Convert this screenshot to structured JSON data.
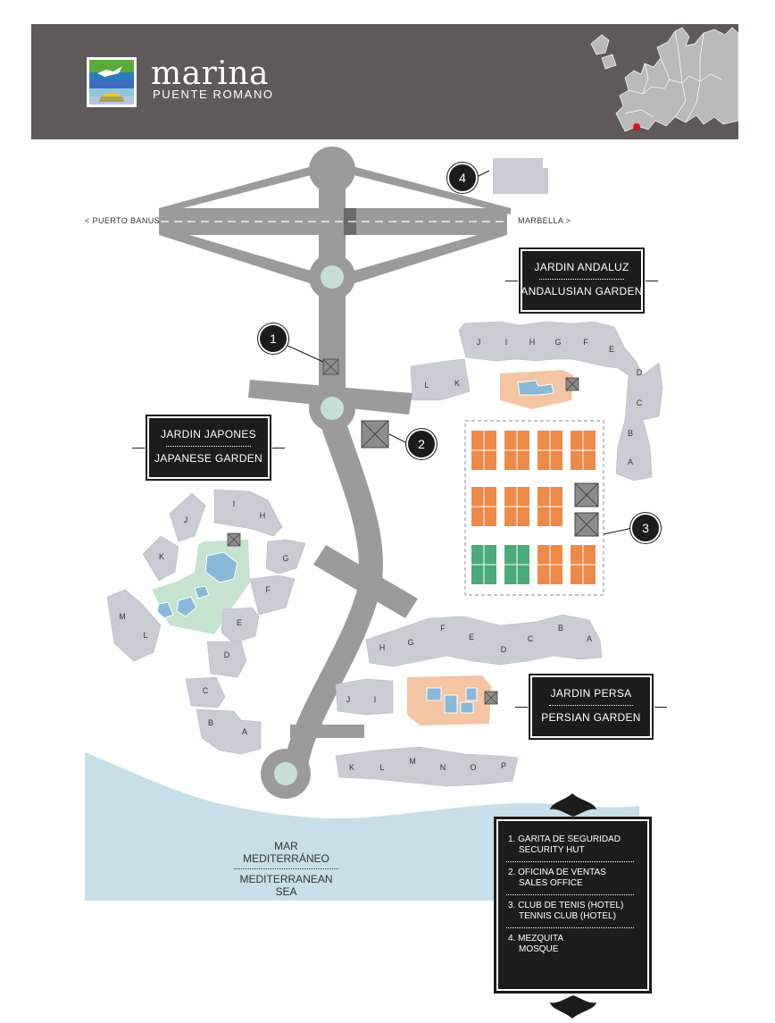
{
  "brand": {
    "name": "marina",
    "subtitle": "PUENTE ROMANO"
  },
  "roads": {
    "west": "< PUERTO BANUS",
    "east": "MARBELLA >"
  },
  "gardens": {
    "andaluz": {
      "es": "JARDIN ANDALUZ",
      "en": "ANDALUSIAN GARDEN"
    },
    "japones": {
      "es": "JARDIN JAPONES",
      "en": "JAPANESE GARDEN"
    },
    "persa": {
      "es": "JARDIN PERSA",
      "en": "PERSIAN GARDEN"
    }
  },
  "sea": {
    "es": "MAR MEDITERRÁNEO",
    "en": "MEDITERRANEAN SEA"
  },
  "markers": [
    "1",
    "2",
    "3",
    "4"
  ],
  "legend": [
    {
      "es": "1. GARITA DE SEGURIDAD",
      "en": "SECURITY HUT"
    },
    {
      "es": "2. OFICINA DE VENTAS",
      "en": "SALES OFFICE"
    },
    {
      "es": "3. CLUB DE TENIS (HOTEL)",
      "en": "TENNIS CLUB (HOTEL)"
    },
    {
      "es": "4. MEZQUITA",
      "en": "MOSQUE"
    }
  ],
  "building_letters": {
    "andalusian": [
      "J",
      "I",
      "H",
      "G",
      "F",
      "E",
      "D",
      "C",
      "B",
      "A",
      "L",
      "K"
    ],
    "japanese": [
      "J",
      "I",
      "H",
      "K",
      "G",
      "F",
      "M",
      "L",
      "E",
      "D",
      "C",
      "B",
      "A"
    ],
    "persian": [
      "H",
      "G",
      "F",
      "E",
      "D",
      "C",
      "B",
      "A",
      "J",
      "I"
    ],
    "beach": [
      "K",
      "L",
      "M",
      "N",
      "O",
      "P"
    ]
  },
  "colors": {
    "header": "#5f5a59",
    "road": "#9b9b9b",
    "building": "#c9ccd3",
    "sea": "#c6dfe8",
    "roundabout": "#c5e0d2",
    "tennis_orange": "#ed8a4a",
    "tennis_green": "#4daa7a",
    "pool": "#8ab8d8",
    "sand": "#f3c5a3",
    "garden": "#c5e3cf",
    "label_box": "#1c1c1c"
  }
}
